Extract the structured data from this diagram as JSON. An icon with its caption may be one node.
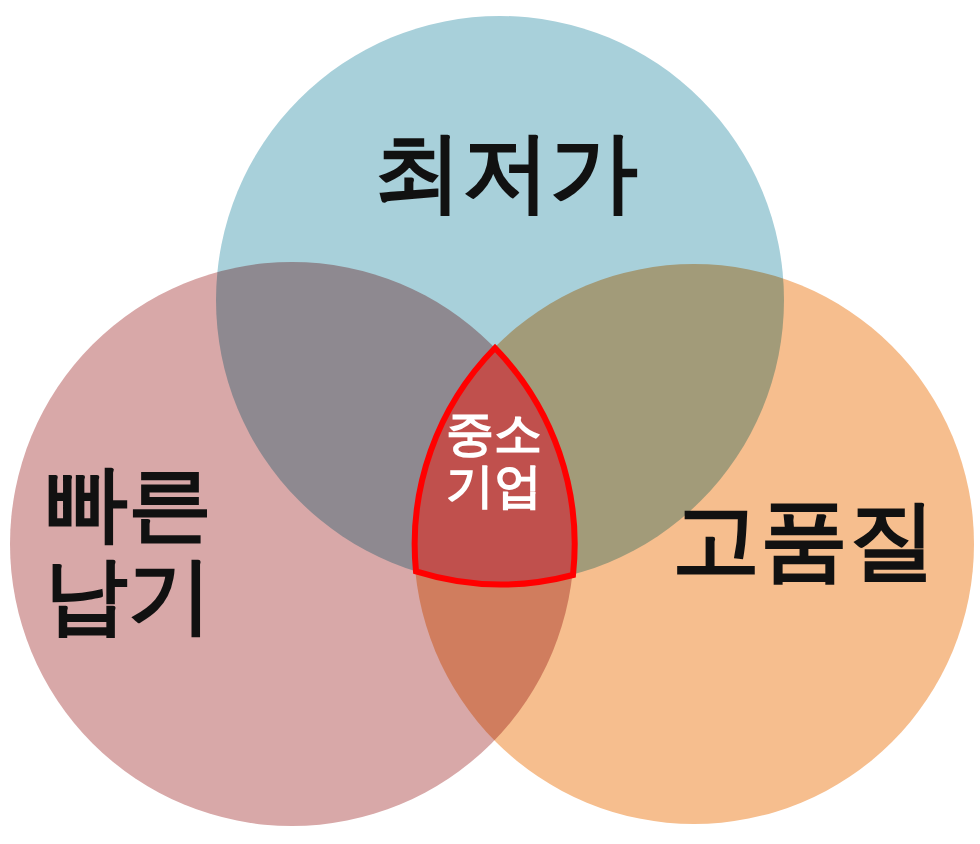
{
  "diagram": {
    "nodes": [
      {
        "text": [
          "최저가"
        ]
      },
      {
        "text": [
          "빠른 납기"
        ]
      },
      {
        "text": [
          "고품질"
        ]
      },
      {
        "text": [
          "중소 기업"
        ]
      }
    ]
  }
}
